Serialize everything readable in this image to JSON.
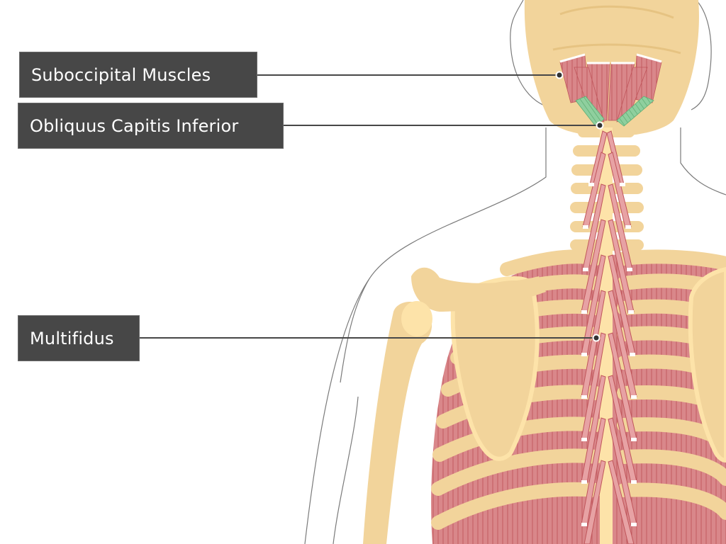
{
  "diagram": {
    "type": "anatomical-illustration",
    "view": "posterior neck and upper back",
    "colors": {
      "bone": "#f2d49b",
      "bone_light": "#fde3a9",
      "muscle": "#d9878a",
      "muscle_fiber": "#c0565b",
      "highlight_muscle": "#8fcf9e",
      "tendon": "#ffffff",
      "outline": "#7a7a7a",
      "label_bg": "#474747",
      "label_text": "#ffffff",
      "leader_line": "#474747"
    }
  },
  "labels": [
    {
      "text": "Suboccipital Muscles",
      "pointer": [
        789,
        106
      ]
    },
    {
      "text": "Obliquus Capitis Inferior",
      "pointer": [
        846,
        177
      ]
    },
    {
      "text": "Multifidus",
      "pointer": [
        841,
        477
      ]
    }
  ]
}
